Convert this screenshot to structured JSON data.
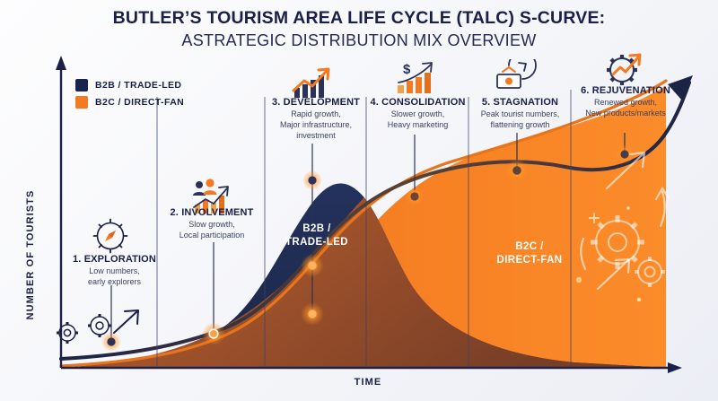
{
  "title": {
    "line1": "BUTLER’S TOURISM AREA LIFE CYCLE (TALC) S-CURVE:",
    "line2": "ASTRATEGIC DISTRIBUTION MIX OVERVIEW"
  },
  "legend": {
    "items": [
      {
        "label": "B2B / TRADE-LED",
        "color": "#17244d"
      },
      {
        "label": "B2C / DIRECT-FAN",
        "color": "#f47920"
      }
    ]
  },
  "axes": {
    "y_label": "NUMBER OF TOURISTS",
    "x_label": "TIME"
  },
  "area_captions": {
    "b2b": "B2B /\nTRADE-LED",
    "b2b_line1": "B2B /",
    "b2b_line2": "TRADE-LED",
    "b2c_line1": "B2C /",
    "b2c_line2": "DIRECT-FAN"
  },
  "stages": [
    {
      "number": "1.",
      "title": "1. EXPLORATION",
      "desc": "Low numbers,\nearly explorers",
      "desc_line1": "Low numbers,",
      "desc_line2": "early explorers",
      "icon": "compass-icon"
    },
    {
      "number": "2.",
      "title": "2. INVOLVEMENT",
      "desc_line1": "Slow growth,",
      "desc_line2": "Local participation",
      "icon": "people-growth-chart-icon"
    },
    {
      "number": "3.",
      "title": "3. DEVELOPMENT",
      "desc_line1": "Rapid growth,",
      "desc_line2": "Major infrastructure,",
      "desc_line3": "investment",
      "icon": "bar-chart-rising-arrow-icon"
    },
    {
      "number": "4.",
      "title": "4. CONSOLIDATION",
      "desc_line1": "Slower growth,",
      "desc_line2": "Heavy marketing",
      "icon": "dollar-growth-chart-icon"
    },
    {
      "number": "5.",
      "title": "5. STAGNATION",
      "desc_line1": "Peak tourist numbers,",
      "desc_line2": "flattening growth",
      "icon": "money-chart-arrow-icon"
    },
    {
      "number": "6.",
      "title": "6. REJUVENATION",
      "desc_line1": "Renewed growth,",
      "desc_line2": "New products/markets",
      "icon": "gear-rising-arrow-icon"
    }
  ],
  "colors": {
    "navy": "#17244d",
    "orange": "#f47920",
    "orange_light": "#fb8c2a",
    "background": "#f4f5f9",
    "text_dark": "#1a2046",
    "text_muted": "#3b4260"
  },
  "chart_data": {
    "type": "line",
    "title": "BUTLER’S TOURISM AREA LIFE CYCLE (TALC) S-CURVE",
    "xlabel": "TIME",
    "ylabel": "NUMBER OF TOURISTS",
    "grid": false,
    "legend_position": "top-left",
    "stage_labels": [
      "EXPLORATION",
      "INVOLVEMENT",
      "DEVELOPMENT",
      "CONSOLIDATION",
      "STAGNATION",
      "REJUVENATION"
    ],
    "stage_boundaries_x": [
      175,
      295,
      408,
      522,
      636
    ],
    "series": [
      {
        "name": "B2B / TRADE-LED",
        "color": "#17244d",
        "description": "Bell-shaped share curve: rises through exploration/involvement, peaks in development, declines through consolidation and stagnation",
        "x": [
          0,
          12,
          25,
          38,
          50,
          62,
          75,
          88,
          100
        ],
        "values": [
          5,
          9,
          17,
          34,
          62,
          88,
          55,
          22,
          10
        ]
      },
      {
        "name": "B2C / DIRECT-FAN",
        "color": "#f47920",
        "description": "Rising S-curve: low early, accelerates through development, dominant from consolidation onward, renewed growth at rejuvenation",
        "x": [
          0,
          12,
          25,
          38,
          50,
          62,
          75,
          88,
          100
        ],
        "values": [
          2,
          4,
          9,
          20,
          40,
          58,
          72,
          84,
          96
        ]
      },
      {
        "name": "Total tourists (TALC S-curve)",
        "color": "#2b3460",
        "description": "Overall S-curve: slow start, rapid growth, flattening at stagnation, upturn at rejuvenation",
        "x": [
          0,
          12,
          25,
          38,
          50,
          62,
          75,
          88,
          100
        ],
        "values": [
          6,
          10,
          18,
          33,
          57,
          76,
          83,
          86,
          97
        ]
      }
    ],
    "markers": [
      {
        "stage": "EXPLORATION",
        "series": "Total",
        "x": 10,
        "y": 9
      },
      {
        "stage": "INVOLVEMENT",
        "series": "B2C",
        "x": 24,
        "y": 14
      },
      {
        "stage": "DEVELOPMENT",
        "series": "B2B peak",
        "x": 47,
        "y": 88
      },
      {
        "stage": "DEVELOPMENT",
        "series": "B2C",
        "x": 47,
        "y": 40
      },
      {
        "stage": "DEVELOPMENT",
        "series": "lower",
        "x": 47,
        "y": 22
      },
      {
        "stage": "CONSOLIDATION",
        "series": "Total",
        "x": 60,
        "y": 72
      },
      {
        "stage": "STAGNATION",
        "series": "Total",
        "x": 75,
        "y": 83
      },
      {
        "stage": "REJUVENATION",
        "series": "Total",
        "x": 88,
        "y": 90
      }
    ]
  }
}
